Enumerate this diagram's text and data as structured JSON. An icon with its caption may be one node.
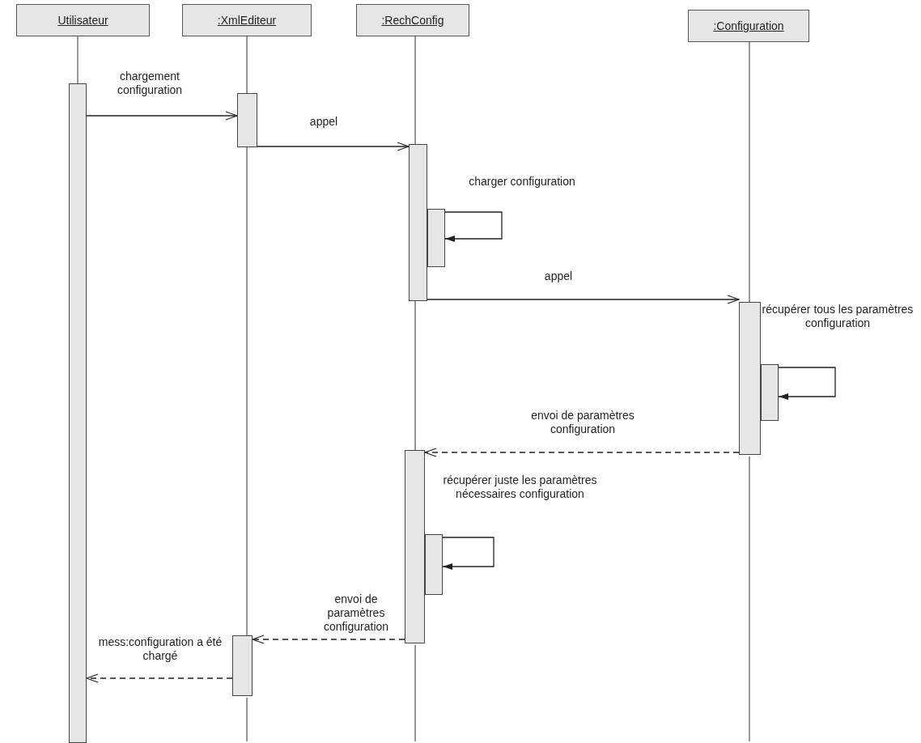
{
  "diagram": {
    "nodes": [
      {
        "text": [
          "Utilisateur"
        ]
      },
      {
        "text": [
          ":XmlEditeur"
        ]
      },
      {
        "text": [
          ":RechConfig"
        ]
      },
      {
        "text": [
          ":Configuration"
        ]
      },
      {
        "text": [],
        "shape": "bar"
      },
      {
        "text": [],
        "shape": "bar"
      },
      {
        "text": [],
        "shape": "bar"
      },
      {
        "text": [],
        "shape": "bar"
      },
      {
        "text": [],
        "shape": "bar"
      },
      {
        "text": [],
        "shape": "bar"
      },
      {
        "text": [],
        "shape": "bar"
      },
      {
        "text": [],
        "shape": "bar"
      },
      {
        "text": [],
        "shape": "bar"
      }
    ],
    "edges": [
      {
        "from": 4,
        "to": 5,
        "arrow": "to",
        "label": "chargement configuration"
      },
      {
        "from": 5,
        "to": 6,
        "arrow": "to",
        "label": "appel"
      },
      {
        "from": 6,
        "to": 7,
        "arrow": "to",
        "label": "charger configuration"
      },
      {
        "from": 6,
        "to": 8,
        "arrow": "to",
        "label": "appel"
      },
      {
        "from": 8,
        "to": 9,
        "arrow": "to",
        "label": "récupérer tous les paramètres configuration"
      },
      {
        "from": 8,
        "to": 10,
        "arrow": "to",
        "style": "dashed",
        "label": "envoi de paramètres configuration"
      },
      {
        "from": 10,
        "to": 11,
        "arrow": "to",
        "label": "récupérer juste les paramètres nécessaires configuration"
      },
      {
        "from": 10,
        "to": 12,
        "arrow": "to",
        "style": "dashed",
        "label": "envoi de paramètres configuration"
      },
      {
        "from": 12,
        "to": 4,
        "arrow": "to",
        "style": "dashed",
        "label": "mess:configuration a été chargé"
      },
      {
        "from": 0,
        "to": 4,
        "arrow": "none"
      },
      {
        "from": 1,
        "to": 5,
        "arrow": "none"
      },
      {
        "from": 5,
        "to": 12,
        "arrow": "none"
      },
      {
        "from": 2,
        "to": 6,
        "arrow": "none"
      },
      {
        "from": 6,
        "to": 10,
        "arrow": "none"
      },
      {
        "from": 3,
        "to": 8,
        "arrow": "none"
      }
    ]
  }
}
